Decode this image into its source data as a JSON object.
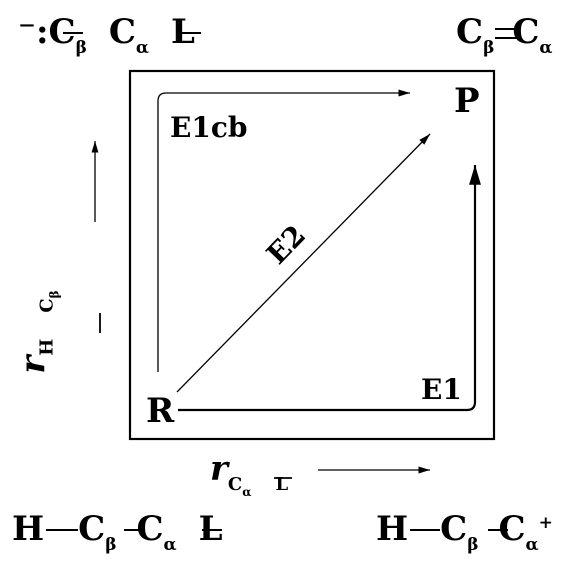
{
  "corners": {
    "top_left": {
      "lone_pair": "⁻:",
      "c1": "C",
      "c1_sub": "β",
      "c2": "C",
      "c2_sub": "α",
      "l": "L"
    },
    "top_right": {
      "c1": "C",
      "c1_sub": "β",
      "c2": "C",
      "c2_sub": "α"
    },
    "bottom_left": {
      "h": "H",
      "c1": "C",
      "c1_sub": "β",
      "c2": "C",
      "c2_sub": "α",
      "l": "L"
    },
    "bottom_right": {
      "h": "H",
      "c1": "C",
      "c1_sub": "β",
      "c2": "C",
      "c2_sub": "α",
      "charge": "+"
    }
  },
  "nodes": {
    "reactant": "R",
    "product": "P"
  },
  "paths": {
    "e1cb": "E1cb",
    "e2": "E2",
    "e1": "E1"
  },
  "axes": {
    "x": {
      "r": "r",
      "sub_c": "C",
      "sub_alpha": "α",
      "sub_l": "L"
    },
    "y": {
      "r": "r",
      "sub_h": "H",
      "sub_c": "C",
      "sub_beta": "β"
    }
  },
  "colors": {
    "ink": "#000000",
    "background": "#ffffff"
  }
}
